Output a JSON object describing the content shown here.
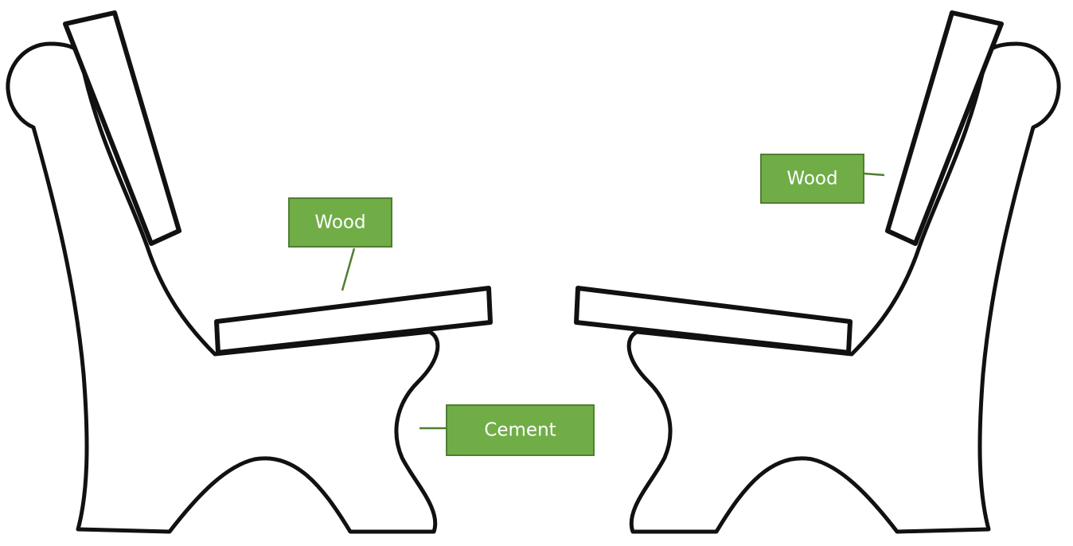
{
  "colors": {
    "label_fill": "#70AD47",
    "label_border": "#507E32",
    "leader": "#507E32",
    "outline": "#111111"
  },
  "labels": {
    "left_seat": "Wood",
    "left_leg": "Cement",
    "right_backrest": "Wood"
  }
}
